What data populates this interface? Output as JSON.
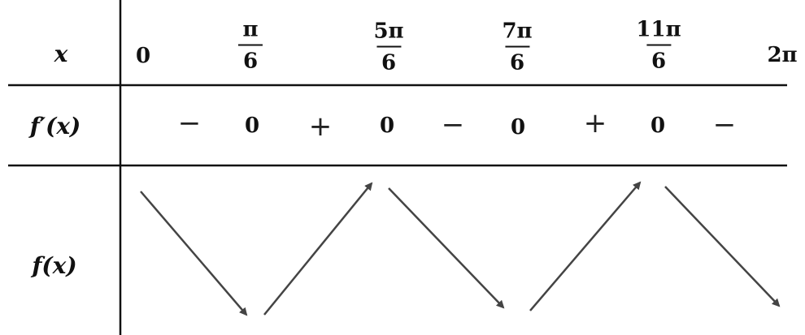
{
  "table": {
    "row_labels": {
      "x": "x",
      "fprime": "f′(x)",
      "f": "f(x)"
    },
    "x_values": {
      "start": "0",
      "v1": {
        "num": "π",
        "den": "6"
      },
      "v2": {
        "num": "5π",
        "den": "6"
      },
      "v3": {
        "num": "7π",
        "den": "6"
      },
      "v4": {
        "num": "11π",
        "den": "6"
      },
      "end": "2π"
    },
    "derivative": {
      "s1": "−",
      "z1": "0",
      "s2": "+",
      "z2": "0",
      "s3": "−",
      "z3": "0",
      "s4": "+",
      "z4": "0",
      "s5": "−"
    },
    "variation": [
      "decreasing",
      "increasing",
      "decreasing",
      "increasing",
      "decreasing"
    ]
  }
}
